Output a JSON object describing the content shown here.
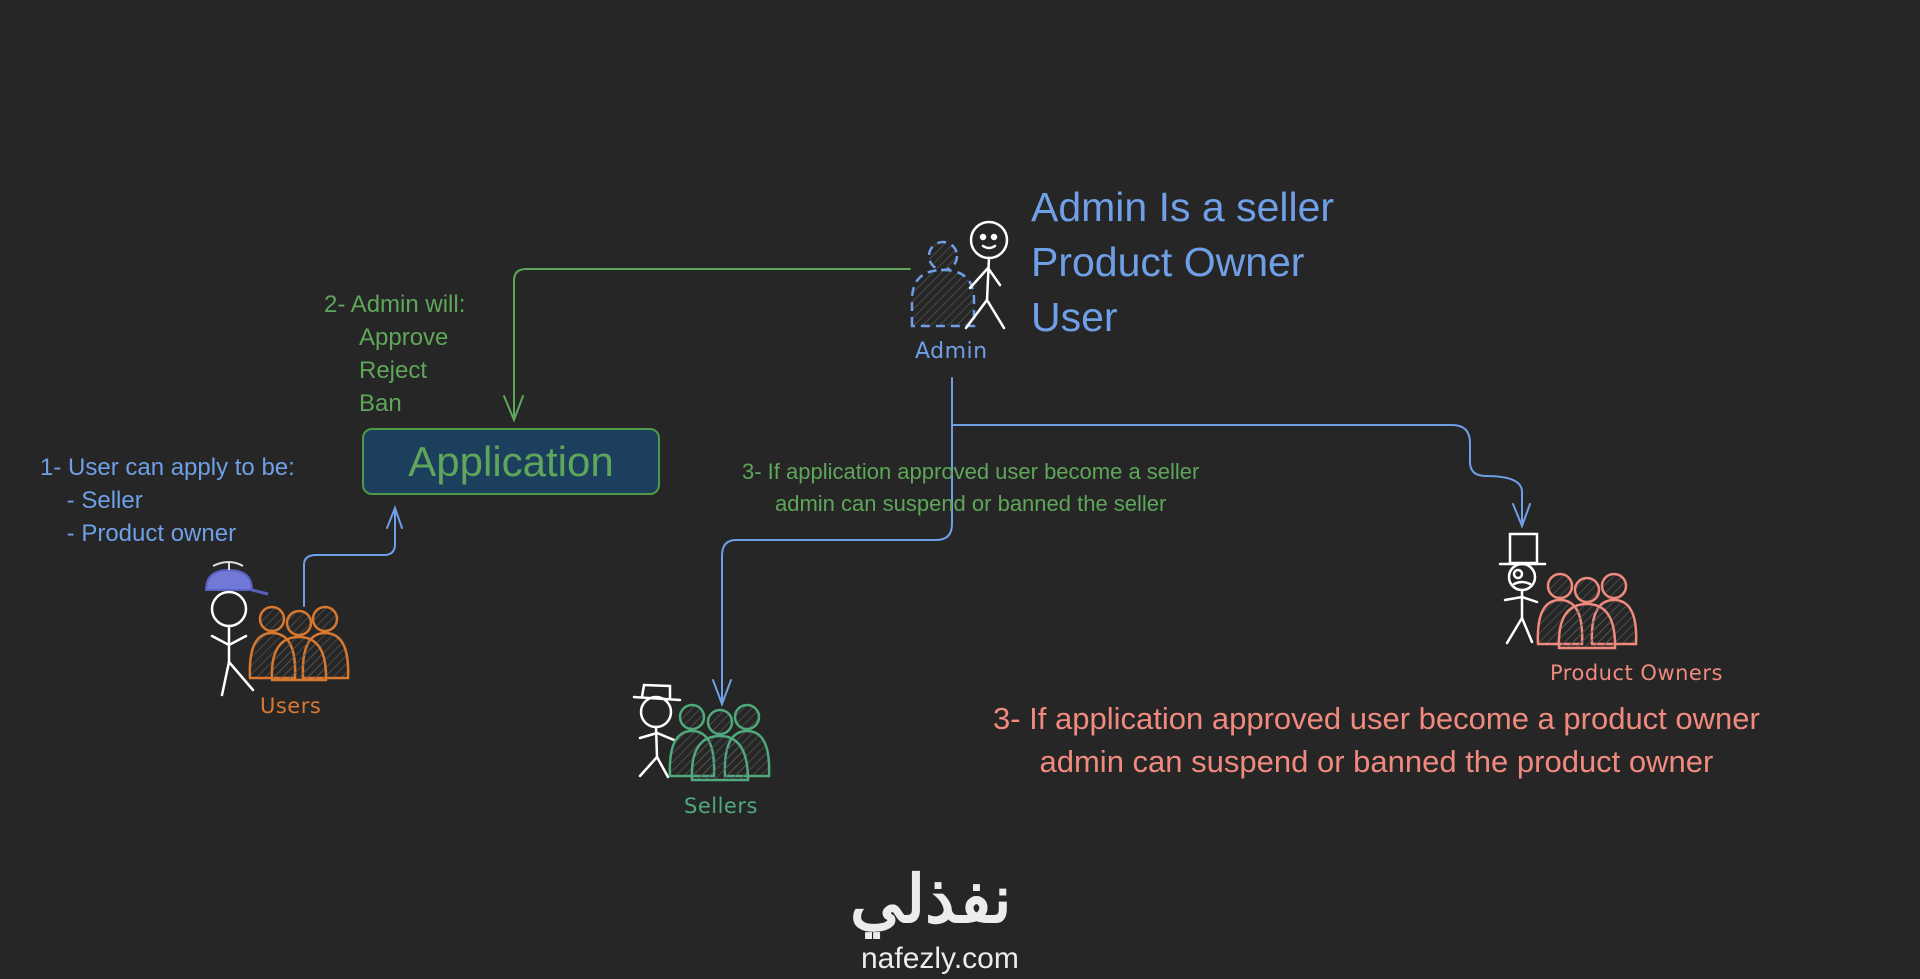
{
  "admin_roles": {
    "line1": "Admin Is a seller",
    "line2": "Product Owner",
    "line3": "User"
  },
  "admin": {
    "label": "Admin"
  },
  "step2": {
    "title": "2- Admin will:",
    "item1": "Approve",
    "item2": "Reject",
    "item3": "Ban"
  },
  "application": {
    "label": "Application"
  },
  "step1": {
    "title": "1- User can apply to be:",
    "item1": "    - Seller",
    "item2": "    - Product owner"
  },
  "step3_seller": {
    "line1": "3- If application approved user become a seller",
    "line2": "admin can suspend or banned the seller"
  },
  "step3_product_owner": {
    "line1": "3- If application approved user become a product owner",
    "line2": "admin can suspend or banned the product owner"
  },
  "groups": {
    "users": "Users",
    "sellers": "Sellers",
    "product_owners": "Product Owners"
  },
  "logo": {
    "arabic": "نفذلي",
    "url": "nafezly.com"
  },
  "colors": {
    "background": "#262626",
    "blue": "#6f9fe6",
    "green": "#5ea65a",
    "red": "#f08a7e",
    "orange": "#d9782f",
    "teal": "#4fa97c",
    "white": "#ffffff"
  }
}
